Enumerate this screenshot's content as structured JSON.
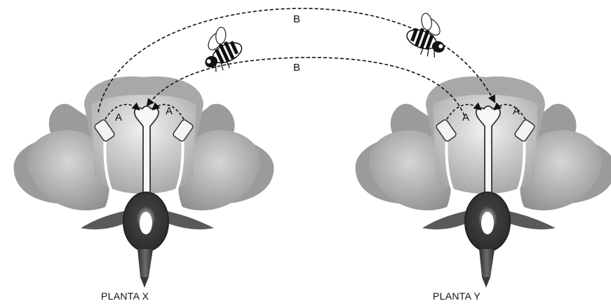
{
  "plants": [
    {
      "caption": "PLANTA X",
      "label_left": "A",
      "label_right": "A"
    },
    {
      "caption": "PLANTA Y",
      "label_left": "A",
      "label_right": "A"
    }
  ],
  "arrows": {
    "top_label": "B",
    "bottom_label": "B"
  },
  "colors": {
    "petal_back": "#9a9a9a",
    "petal_front": "#b5b5b5",
    "anther_zone": "#dcdcdc",
    "stem": "#4d4d4d",
    "ovary": "#3a3a3a"
  }
}
